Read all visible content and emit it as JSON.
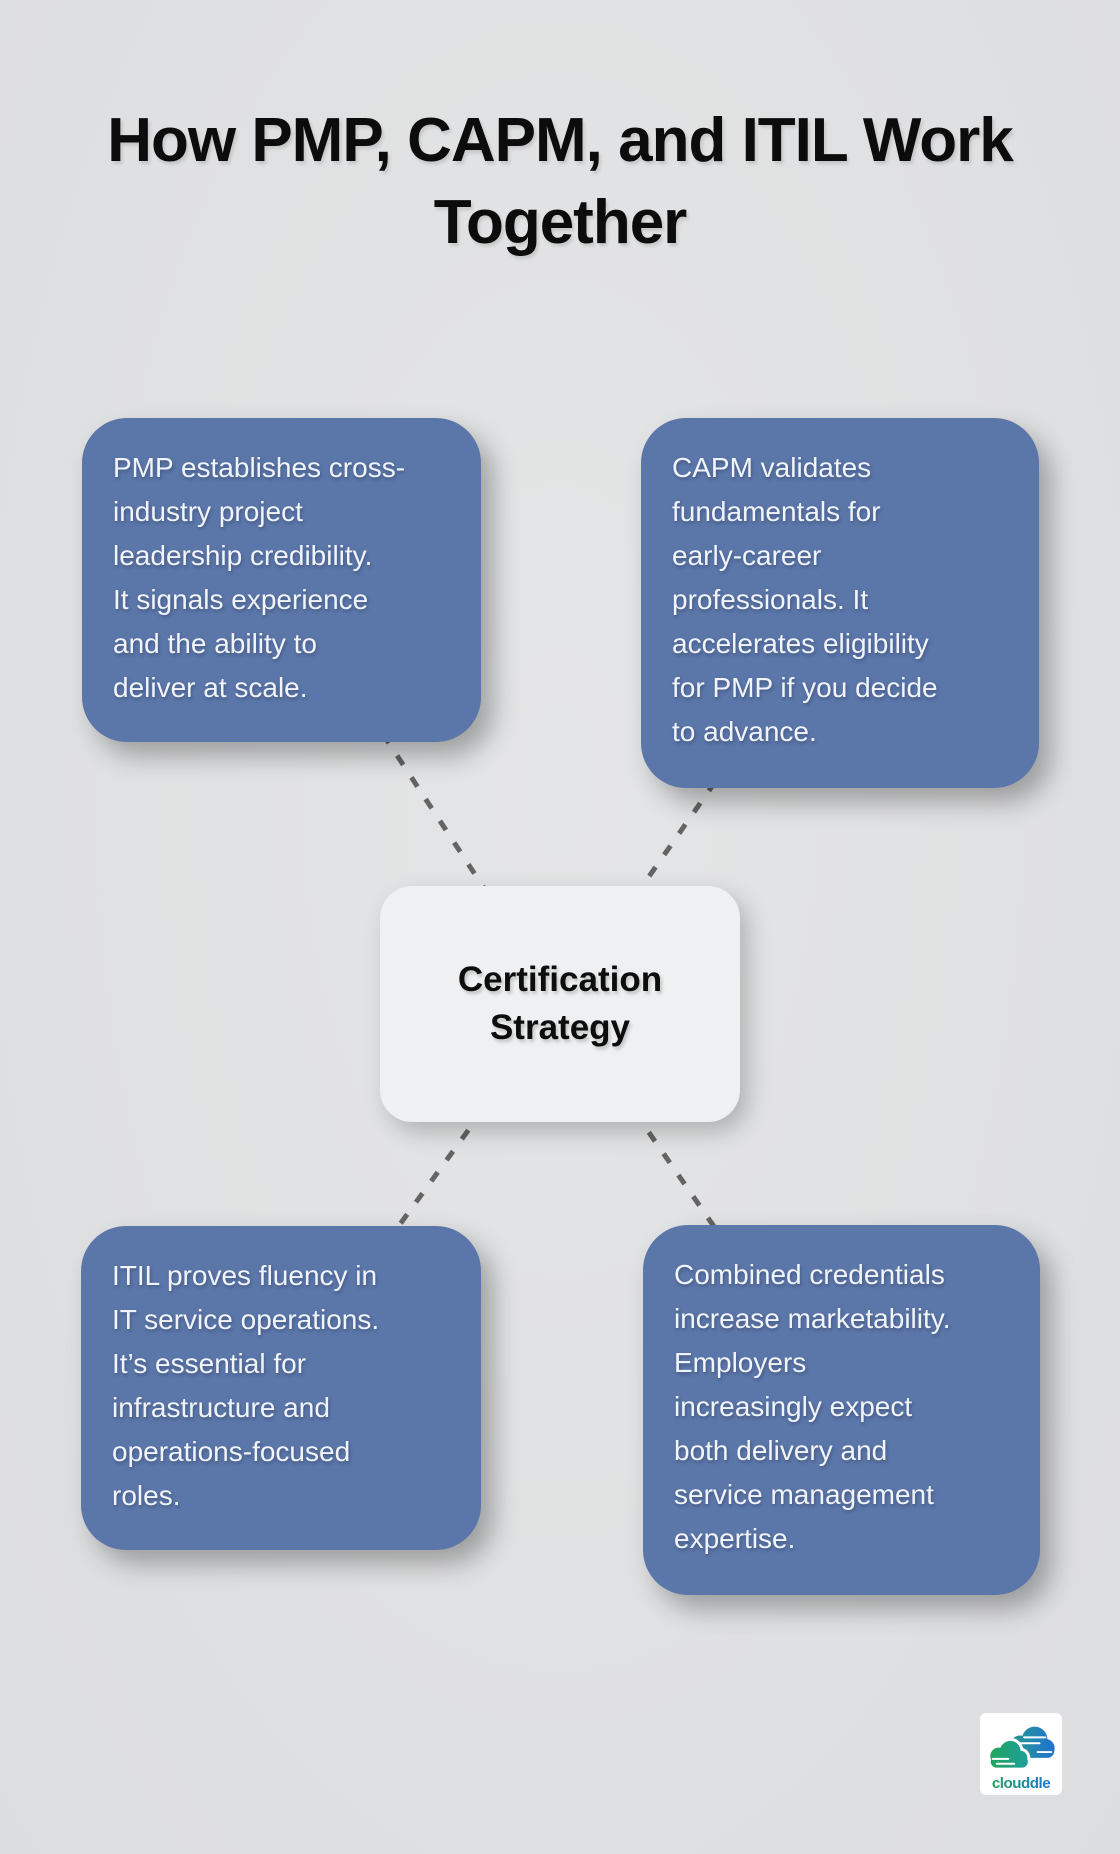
{
  "title": "How PMP, CAPM, and ITIL Work\nTogether",
  "center_node": {
    "label": "Certification\nStrategy"
  },
  "nodes": [
    {
      "id": "pmp",
      "text": "PMP establishes cross-\nindustry project\nleadership credibility.\nIt signals experience\nand the ability to\ndeliver at scale."
    },
    {
      "id": "capm",
      "text": "CAPM validates\nfundamentals for\nearly-career\nprofessionals. It\naccelerates eligibility\nfor PMP if you decide\nto advance."
    },
    {
      "id": "itil",
      "text": "ITIL proves fluency in\nIT service operations.\nIt’s essential for\ninfrastructure and\noperations-focused\nroles."
    },
    {
      "id": "combined",
      "text": "Combined credentials\nincrease marketability.\nEmployers\nincreasingly expect\nboth delivery and\nservice management\nexpertise."
    }
  ],
  "logo": {
    "brand": "clouddle",
    "green": "#1fa35c",
    "blue": "#1e77d0"
  },
  "colors": {
    "background": "#e0e1e2",
    "node_fill": "#5b76a9",
    "node_text": "#f1f4f9",
    "center_fill": "#eef0f1",
    "center_text": "#0d0d0d",
    "connector": "#646464",
    "title": "#0c0c0c"
  }
}
